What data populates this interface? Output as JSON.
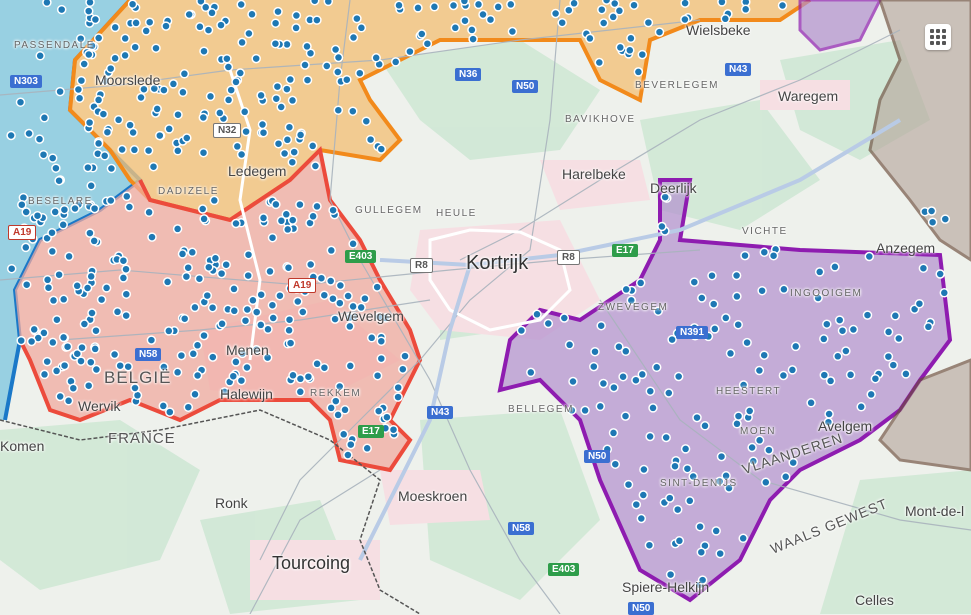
{
  "map": {
    "city": "Kortrijk",
    "towns": [
      {
        "id": "moorslede",
        "label": "Moorslede"
      },
      {
        "id": "ledegem",
        "label": "Ledegem"
      },
      {
        "id": "wevelgem",
        "label": "Wevelgem"
      },
      {
        "id": "menen",
        "label": "Menen"
      },
      {
        "id": "halewijn",
        "label": "Halewijn"
      },
      {
        "id": "komen",
        "label": "Komen"
      },
      {
        "id": "wervik",
        "label": "Wervik"
      },
      {
        "id": "harelbeke",
        "label": "Harelbeke"
      },
      {
        "id": "waregem",
        "label": "Waregem"
      },
      {
        "id": "wielsbeke",
        "label": "Wielsbeke"
      },
      {
        "id": "deerlijk",
        "label": "Deerlijk"
      },
      {
        "id": "anzegem",
        "label": "Anzegem"
      },
      {
        "id": "avelgem",
        "label": "Avelgem"
      },
      {
        "id": "moeskroen",
        "label": "Moeskroen"
      },
      {
        "id": "ronk",
        "label": "Ronk"
      },
      {
        "id": "tourcoing",
        "label": "Tourcoing"
      },
      {
        "id": "spiere",
        "label": "Spiere-Helkijn"
      },
      {
        "id": "celles",
        "label": "Celles"
      },
      {
        "id": "montdel",
        "label": "Mont-de-l"
      }
    ],
    "small_labels": [
      {
        "id": "gullegem",
        "label": "GULLEGEM"
      },
      {
        "id": "heule",
        "label": "HEULE"
      },
      {
        "id": "bavikhove",
        "label": "BAVIKHOVE"
      },
      {
        "id": "beveren",
        "label": "BEVERLEGEM"
      },
      {
        "id": "bellegem",
        "label": "BELLEGEM"
      },
      {
        "id": "vichte",
        "label": "VICHTE"
      },
      {
        "id": "ingooigem",
        "label": "INGOOIGEM"
      },
      {
        "id": "heestert",
        "label": "HEESTERT"
      },
      {
        "id": "moen",
        "label": "MOEN"
      },
      {
        "id": "sintdenijs",
        "label": "SINT-DENIJS"
      },
      {
        "id": "passendale",
        "label": "PASSENDALE"
      },
      {
        "id": "beselare",
        "label": "BESELARE"
      },
      {
        "id": "dadizele",
        "label": "DADIZELE"
      },
      {
        "id": "rekkem",
        "label": "REKKEM"
      },
      {
        "id": "zwevegem",
        "label": "ZWEVEGEM"
      }
    ],
    "regions": [
      {
        "id": "belgie",
        "label": "BELGIË"
      },
      {
        "id": "france",
        "label": "FRANCE"
      },
      {
        "id": "vlaanderen",
        "label": "VLAANDEREN"
      },
      {
        "id": "waals",
        "label": "WAALS GEWEST"
      }
    ],
    "roads": [
      {
        "id": "n303",
        "label": "N303",
        "kind": "n"
      },
      {
        "id": "n36",
        "label": "N36",
        "kind": "n"
      },
      {
        "id": "n50a",
        "label": "N50",
        "kind": "n"
      },
      {
        "id": "n43a",
        "label": "N43",
        "kind": "n"
      },
      {
        "id": "n32a",
        "label": "N32",
        "kind": "r"
      },
      {
        "id": "a19a",
        "label": "A19",
        "kind": "a"
      },
      {
        "id": "a19b",
        "label": "A19",
        "kind": "a"
      },
      {
        "id": "e403a",
        "label": "E403",
        "kind": "e"
      },
      {
        "id": "r8a",
        "label": "R8",
        "kind": "r"
      },
      {
        "id": "r8b",
        "label": "R8",
        "kind": "r"
      },
      {
        "id": "e17a",
        "label": "E17",
        "kind": "e"
      },
      {
        "id": "n391",
        "label": "N391",
        "kind": "n"
      },
      {
        "id": "n58a",
        "label": "N58",
        "kind": "n"
      },
      {
        "id": "n43b",
        "label": "N43",
        "kind": "n"
      },
      {
        "id": "e17b",
        "label": "E17",
        "kind": "e"
      },
      {
        "id": "n50b",
        "label": "N50",
        "kind": "n"
      },
      {
        "id": "n58b",
        "label": "N58",
        "kind": "n"
      },
      {
        "id": "e403b",
        "label": "E403",
        "kind": "e"
      },
      {
        "id": "n50c",
        "label": "N50",
        "kind": "n"
      }
    ],
    "colors": {
      "land": "#eef1ec",
      "green": "#cfe8d5",
      "urban": "#f6dfe3",
      "water": "#a9d6f2",
      "orange_border": "#f28a1b",
      "orange_fill": "#f3c27b",
      "red_border": "#ec4b3c",
      "red_fill": "#f0a9a0",
      "purple_border": "#8e1cb0",
      "purple_fill": "#b28fce",
      "blue_border": "#1a78c8",
      "blue_fill": "#7bc4df",
      "brown_border": "#6b4a3a",
      "brown_fill": "#b7a89e",
      "marker": "#1e78b4",
      "road": "#ffffff",
      "motorway": "#b9cbe6",
      "road_edge": "#a9b3bd"
    },
    "marker_count": 640
  },
  "apps_button": {
    "icon": "grid-icon"
  }
}
